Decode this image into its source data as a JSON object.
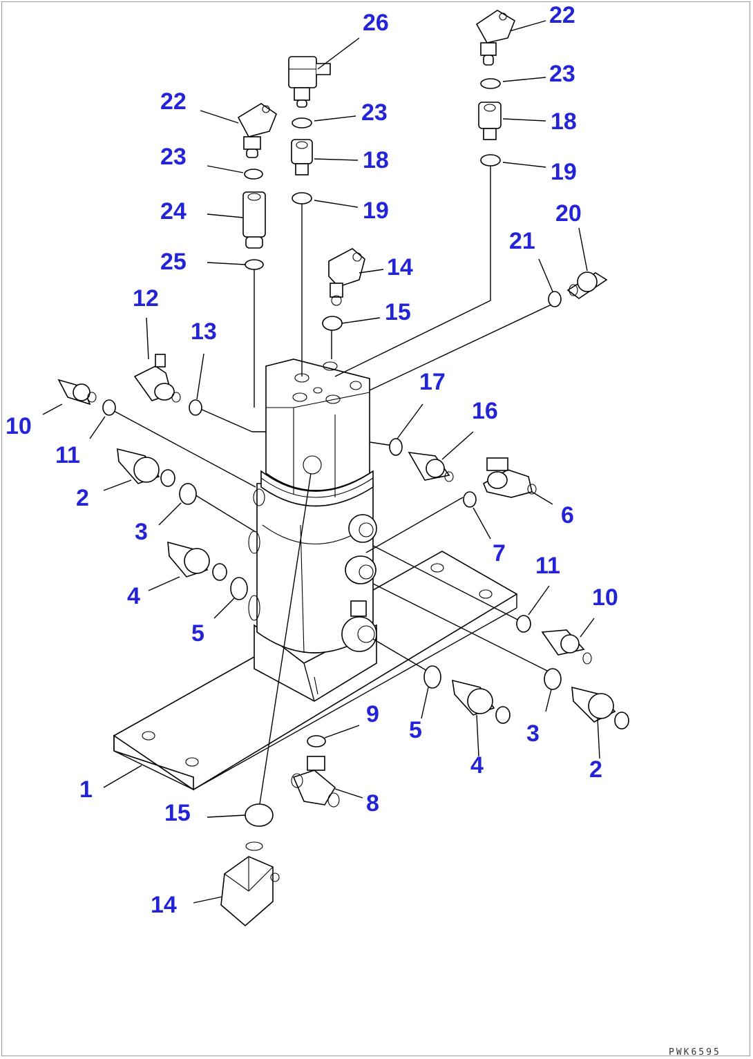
{
  "drawing_code": "PWK6595",
  "callouts": [
    {
      "id": "c26",
      "num": "26"
    },
    {
      "id": "c22a",
      "num": "22"
    },
    {
      "id": "c23a",
      "num": "23"
    },
    {
      "id": "c18a",
      "num": "18"
    },
    {
      "id": "c19a",
      "num": "19"
    },
    {
      "id": "c22b",
      "num": "22"
    },
    {
      "id": "c23b",
      "num": "23"
    },
    {
      "id": "c23c",
      "num": "23"
    },
    {
      "id": "c18b",
      "num": "18"
    },
    {
      "id": "c24",
      "num": "24"
    },
    {
      "id": "c19b",
      "num": "19"
    },
    {
      "id": "c20",
      "num": "20"
    },
    {
      "id": "c21",
      "num": "21"
    },
    {
      "id": "c25",
      "num": "25"
    },
    {
      "id": "c14a",
      "num": "14"
    },
    {
      "id": "c12",
      "num": "12"
    },
    {
      "id": "c15a",
      "num": "15"
    },
    {
      "id": "c13",
      "num": "13"
    },
    {
      "id": "c17",
      "num": "17"
    },
    {
      "id": "c10a",
      "num": "10"
    },
    {
      "id": "c16",
      "num": "16"
    },
    {
      "id": "c11a",
      "num": "11"
    },
    {
      "id": "c2a",
      "num": "2"
    },
    {
      "id": "c6",
      "num": "6"
    },
    {
      "id": "c3a",
      "num": "3"
    },
    {
      "id": "c7",
      "num": "7"
    },
    {
      "id": "c11b",
      "num": "11"
    },
    {
      "id": "c4a",
      "num": "4"
    },
    {
      "id": "c10b",
      "num": "10"
    },
    {
      "id": "c5a",
      "num": "5"
    },
    {
      "id": "c9",
      "num": "9"
    },
    {
      "id": "c5b",
      "num": "5"
    },
    {
      "id": "c3b",
      "num": "3"
    },
    {
      "id": "c4b",
      "num": "4"
    },
    {
      "id": "c2b",
      "num": "2"
    },
    {
      "id": "c1",
      "num": "1"
    },
    {
      "id": "c8",
      "num": "8"
    },
    {
      "id": "c15b",
      "num": "15"
    },
    {
      "id": "c14b",
      "num": "14"
    }
  ]
}
